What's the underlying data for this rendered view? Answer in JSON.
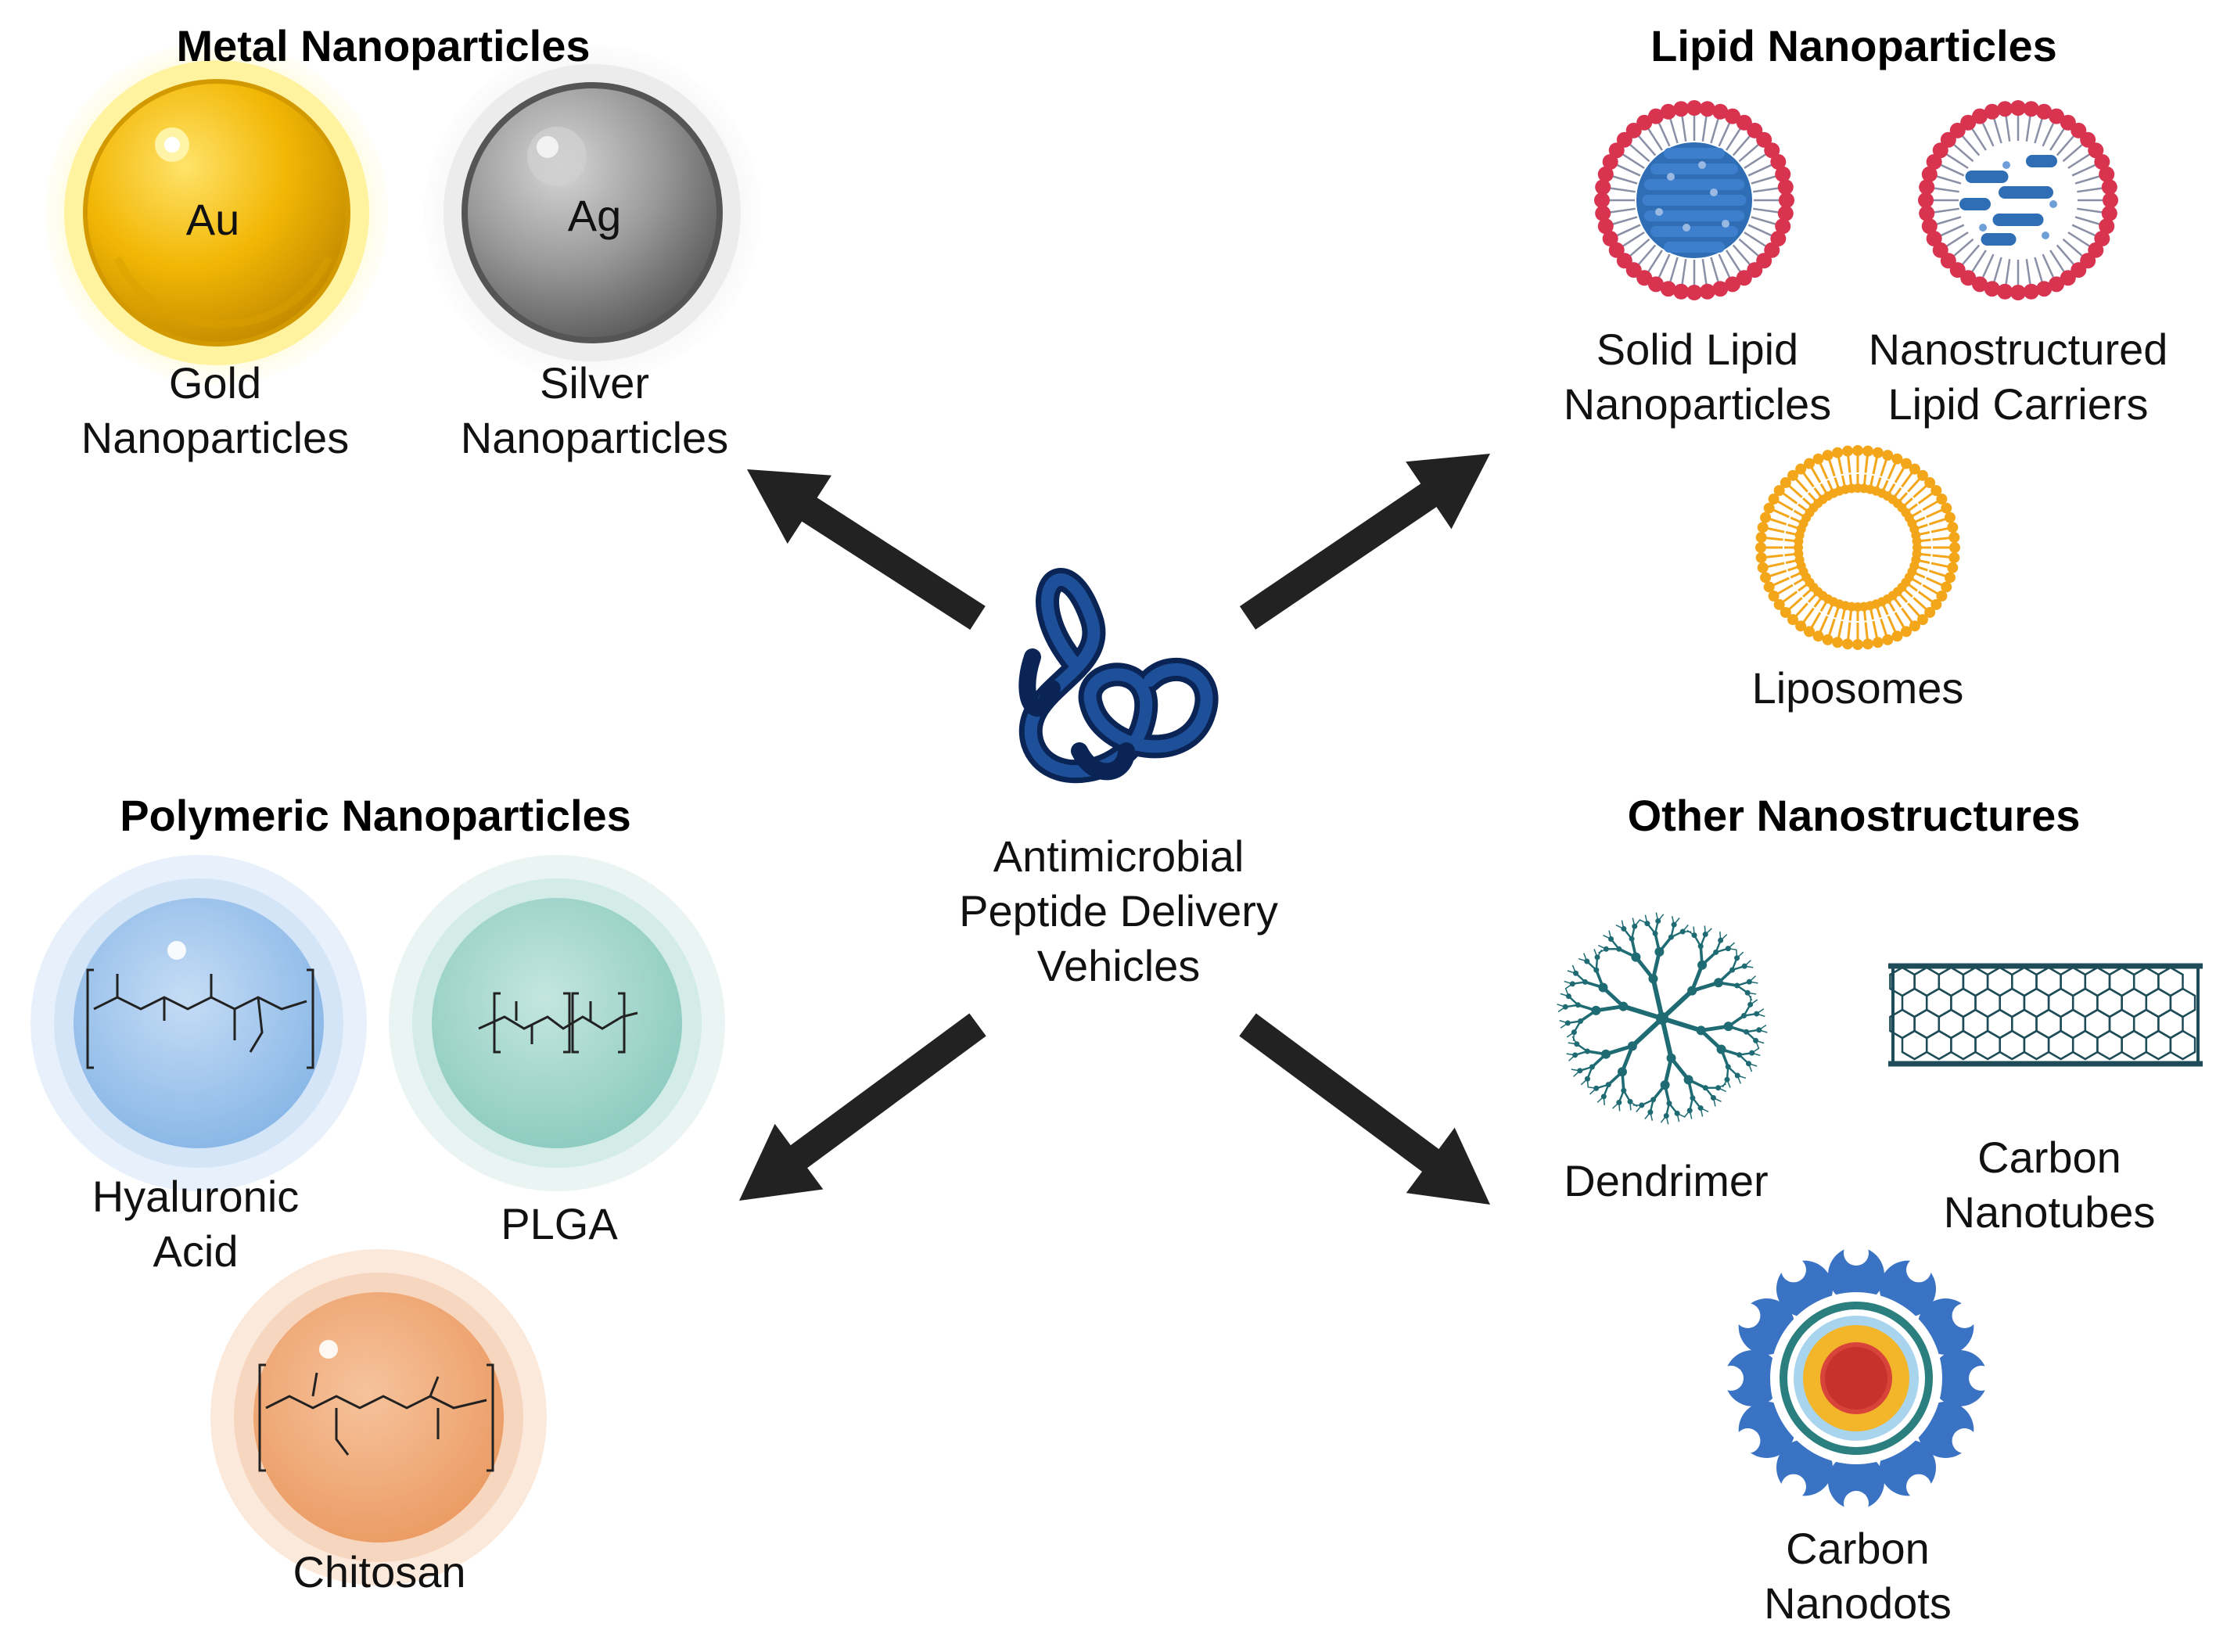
{
  "headers": {
    "metal": "Metal Nanoparticles",
    "lipid": "Lipid Nanoparticles",
    "polymeric": "Polymeric Nanoparticles",
    "other": "Other Nanostructures"
  },
  "center": {
    "line1": "Antimicrobial",
    "line2": "Peptide Delivery",
    "line3": "Vehicles"
  },
  "metal": {
    "gold_symbol": "Au",
    "silver_symbol": "Ag",
    "gold_line1": "Gold",
    "gold_line2": "Nanoparticles",
    "silver_line1": "Silver",
    "silver_line2": "Nanoparticles"
  },
  "lipid": {
    "sln_line1": "Solid Lipid",
    "sln_line2": "Nanoparticles",
    "nlc_line1": "Nanostructured",
    "nlc_line2": "Lipid Carriers",
    "liposomes": "Liposomes"
  },
  "polymeric": {
    "ha_line1": "Hyaluronic",
    "ha_line2": "Acid",
    "plga": "PLGA",
    "chitosan": "Chitosan"
  },
  "other": {
    "dendrimer": "Dendrimer",
    "cnt_line1": "Carbon",
    "cnt_line2": "Nanotubes",
    "cnd_line1": "Carbon",
    "cnd_line2": "Nanodots"
  },
  "colors": {
    "gold": "#f2b705",
    "silver": "#8e8e8e",
    "lipid_head": "#d8334f",
    "lipid_core": "#2f6db5",
    "liposome": "#f3a61a",
    "hyaluronic": "#8fbde9",
    "plga": "#8fcfc3",
    "chitosan": "#eea36e",
    "dendrimer": "#1f6b73",
    "nanotube": "#1d4b57",
    "nanodot_petal": "#3a72c4",
    "arrow": "#222222",
    "peptide": "#12346e"
  }
}
